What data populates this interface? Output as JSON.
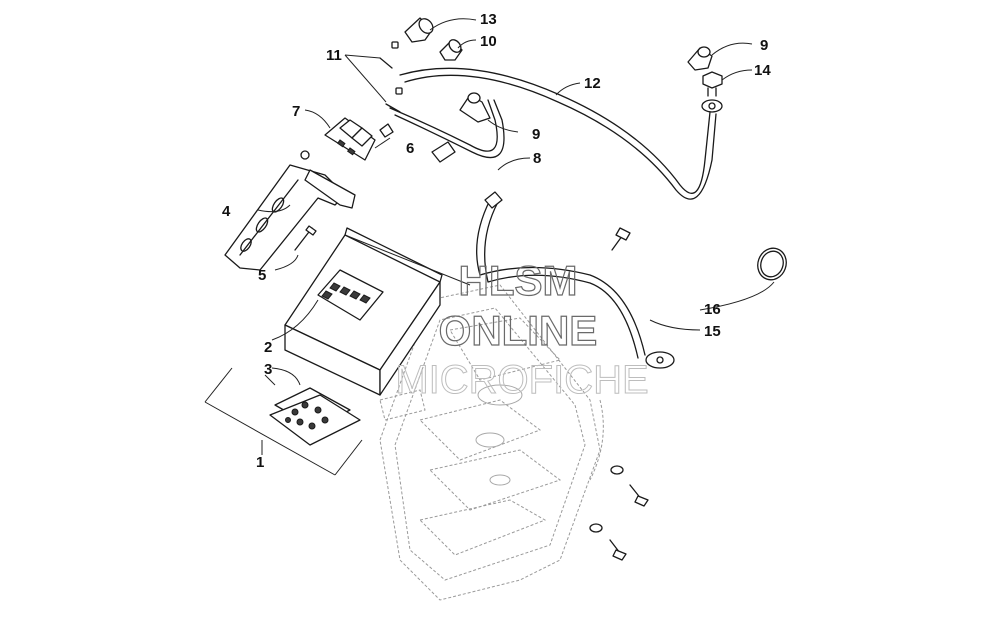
{
  "watermark": {
    "line1": "HLSM",
    "line2": "ONLINE",
    "line3": "MICROFICHE"
  },
  "callouts": [
    "1",
    "2",
    "3",
    "4",
    "5",
    "6",
    "7",
    "8",
    "9",
    "9",
    "10",
    "11",
    "12",
    "13",
    "14",
    "15",
    "16"
  ]
}
